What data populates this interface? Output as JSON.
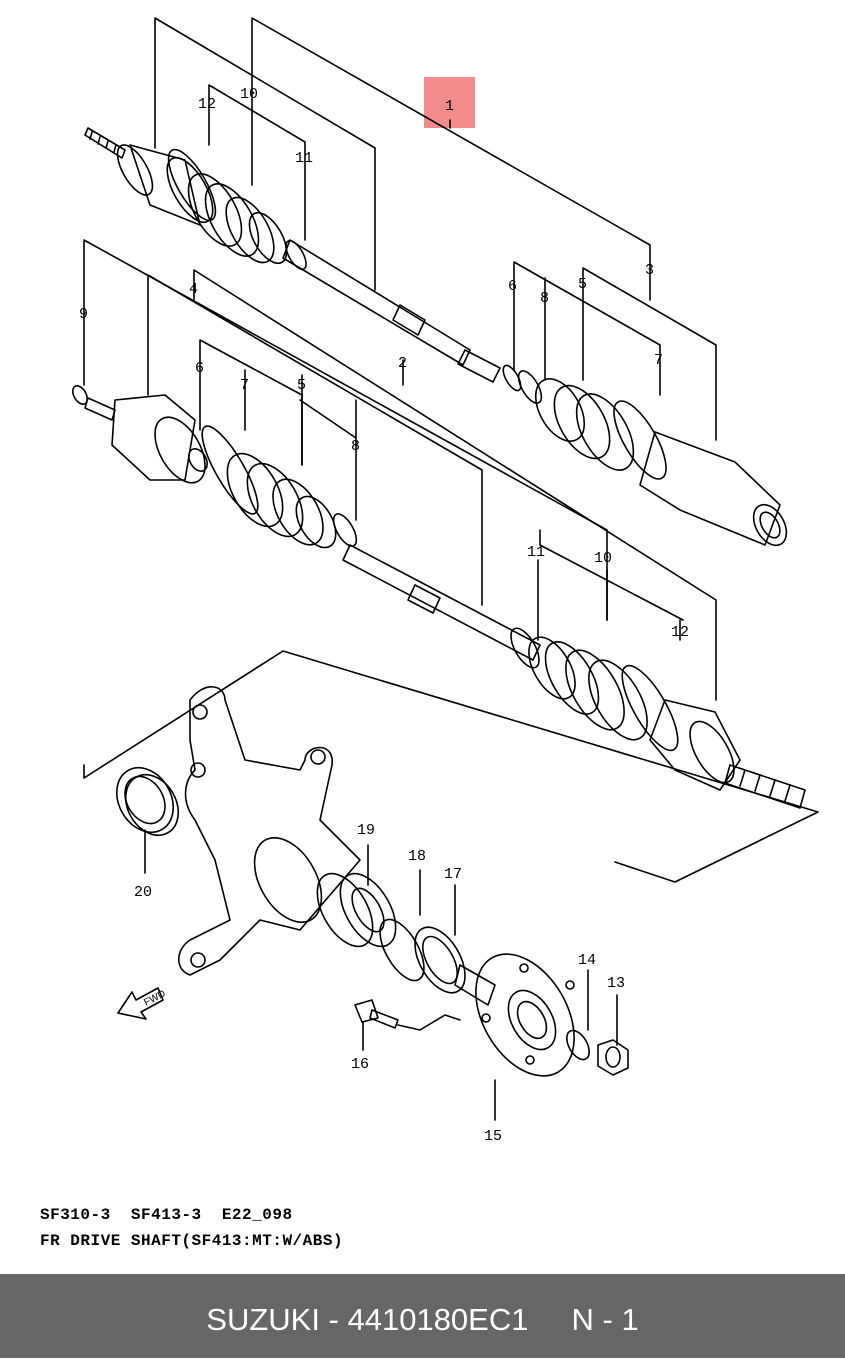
{
  "highlight_color": "#f28b8b",
  "callouts": {
    "c1": "1",
    "c2": "2",
    "c3": "3",
    "c4": "4",
    "c5a": "5",
    "c5b": "5",
    "c6a": "6",
    "c6b": "6",
    "c7a": "7",
    "c7b": "7",
    "c8a": "8",
    "c8b": "8",
    "c9": "9",
    "c10a": "10",
    "c10b": "10",
    "c11a": "11",
    "c11b": "11",
    "c12a": "12",
    "c12b": "12",
    "c13": "13",
    "c14": "14",
    "c15": "15",
    "c16": "16",
    "c17": "17",
    "c18": "18",
    "c19": "19",
    "c20": "20"
  },
  "fwd_label": "FWD",
  "caption": {
    "line1": "SF310-3  SF413-3  E22_098",
    "line2": "FR DRIVE SHAFT(SF413:MT:W/ABS)"
  },
  "footer": {
    "text": "SUZUKI - 4410180EC1     N - 1"
  }
}
